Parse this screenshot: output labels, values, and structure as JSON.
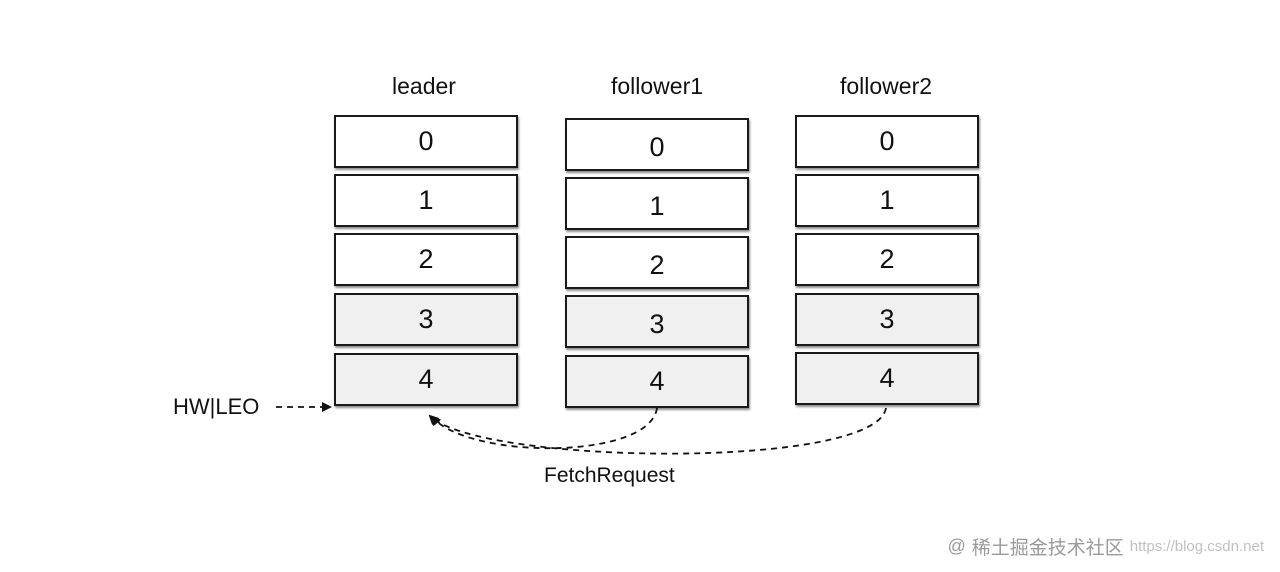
{
  "columns": [
    {
      "title": "leader",
      "cells": [
        "0",
        "1",
        "2",
        "3",
        "4"
      ]
    },
    {
      "title": "follower1",
      "cells": [
        "0",
        "1",
        "2",
        "3",
        "4"
      ]
    },
    {
      "title": "follower2",
      "cells": [
        "0",
        "1",
        "2",
        "3",
        "4"
      ]
    }
  ],
  "labels": {
    "hw_leo": "HW|LEO",
    "fetch_request": "FetchRequest"
  },
  "watermark": {
    "site": "稀土掘金技术社区",
    "url": "https://blog.csdn.net"
  },
  "colors": {
    "cell_fill": "#ffffff",
    "cell_fill_shaded": "#f0f0f0",
    "border": "#1a1a1a"
  }
}
